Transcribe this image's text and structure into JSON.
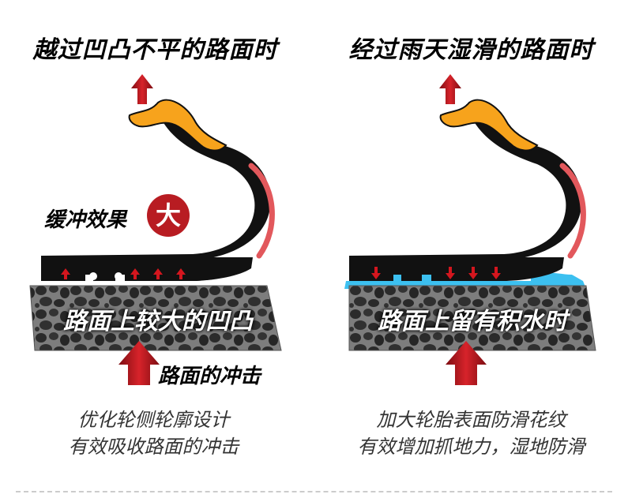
{
  "left": {
    "title": "越过凹凸不平的路面时",
    "cushion_label": "缓冲效果",
    "cushion_badge": "大",
    "road_label": "路面上较大的凹凸",
    "impact_label": "路面的冲击",
    "desc_line1": "优化轮侧轮廓设计",
    "desc_line2": "有效吸收路面的冲击"
  },
  "right": {
    "title": "经过雨天湿滑的路面时",
    "road_label": "路面上留有积水时",
    "desc_line1": "加大轮胎表面防滑花纹",
    "desc_line2": "有效增加抓地力，湿地防滑"
  },
  "colors": {
    "arrow_red": "#c0161d",
    "tire_black": "#111111",
    "rim_orange": "#f7a31c",
    "water_blue": "#3cc0f0",
    "road_gray": "#7a7a7a",
    "flex_pink": "#e2585c"
  },
  "icons": [
    "arrow-up-icon",
    "arrow-down-icon",
    "tire-section-icon",
    "road-texture-icon"
  ]
}
